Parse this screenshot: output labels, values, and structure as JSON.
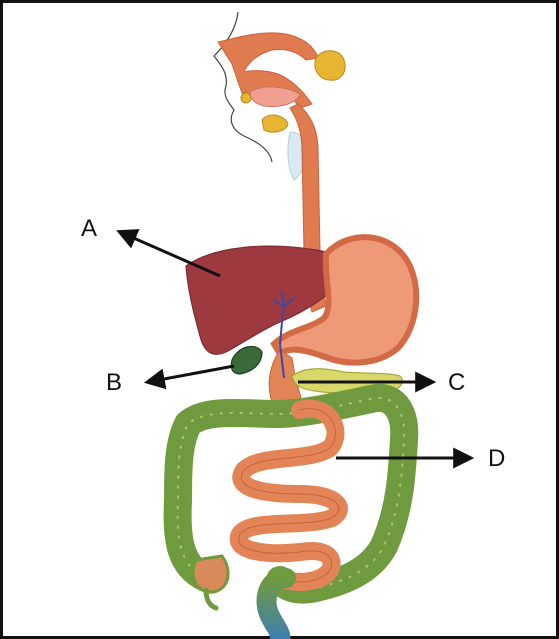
{
  "labels": {
    "a": "A",
    "b": "B",
    "c": "C",
    "d": "D"
  },
  "colors": {
    "esophagus": "#e07a4f",
    "liver": "#9e3a3f",
    "stomach": "#ee9a78",
    "gallbladder": "#3a6a3a",
    "pancreas": "#d8d86a",
    "large_intestine": "#6f9a3e",
    "small_intestine": "#e38456",
    "salivary_gland": "#e7b532",
    "arrow": "#111111"
  }
}
